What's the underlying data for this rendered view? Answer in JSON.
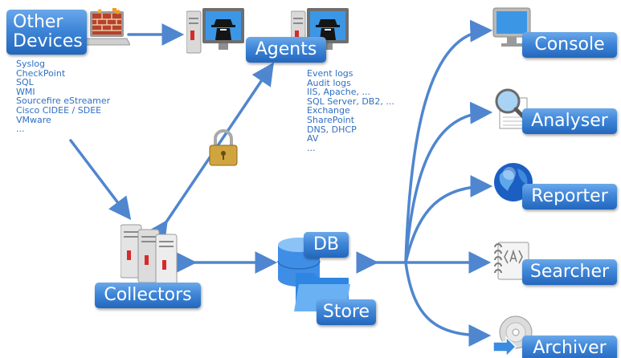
{
  "nodes": {
    "other_devices": [
      "Other",
      "Devices"
    ],
    "agents": "Agents",
    "collectors": "Collectors",
    "db": "DB",
    "store": "Store",
    "console": "Console",
    "analyser": "Analyser",
    "reporter": "Reporter",
    "searcher": "Searcher",
    "archiver": "Archiver"
  },
  "device_sources": [
    "Syslog",
    "CheckPoint",
    "SQL",
    "WMI",
    "Sourcefire eStreamer",
    "Cisco CIDEE / SDEE",
    "VMware",
    "..."
  ],
  "agent_sources": [
    "Event logs",
    "Audit logs",
    "IIS, Apache, ...",
    "SQL Server, DB2, ...",
    "Exchange",
    "SharePoint",
    "DNS, DHCP",
    "AV",
    "..."
  ],
  "colors": {
    "arrow": "#4f86cf",
    "label_top": "#6aa8ea",
    "label_bottom": "#2367bd",
    "list_text": "#2f6fc4"
  },
  "icons": [
    "firewall-laptop-icon",
    "agent-computer-icon",
    "padlock-icon",
    "collector-servers-icon",
    "database-icon",
    "folder-icon",
    "monitor-icon",
    "magnifier-report-icon",
    "globe-icon",
    "notebook-icon",
    "disc-icon"
  ]
}
